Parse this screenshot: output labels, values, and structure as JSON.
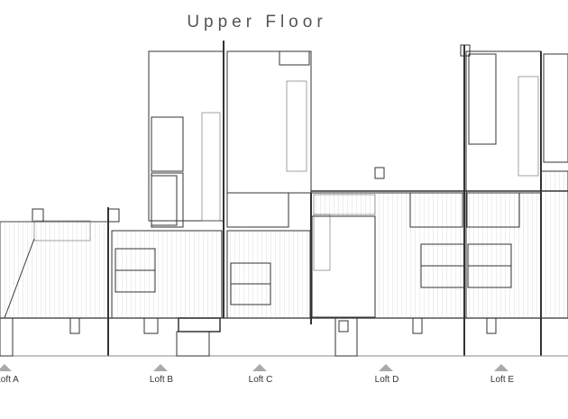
{
  "title": "Upper Floor",
  "lofts": [
    {
      "label": "Loft A"
    },
    {
      "label": "Loft B"
    },
    {
      "label": "Loft C"
    },
    {
      "label": "Loft D"
    },
    {
      "label": "Loft E"
    }
  ],
  "colors": {
    "line": "#333333",
    "hatch": "#bbbbbb",
    "marker": "#aaaaaa"
  }
}
